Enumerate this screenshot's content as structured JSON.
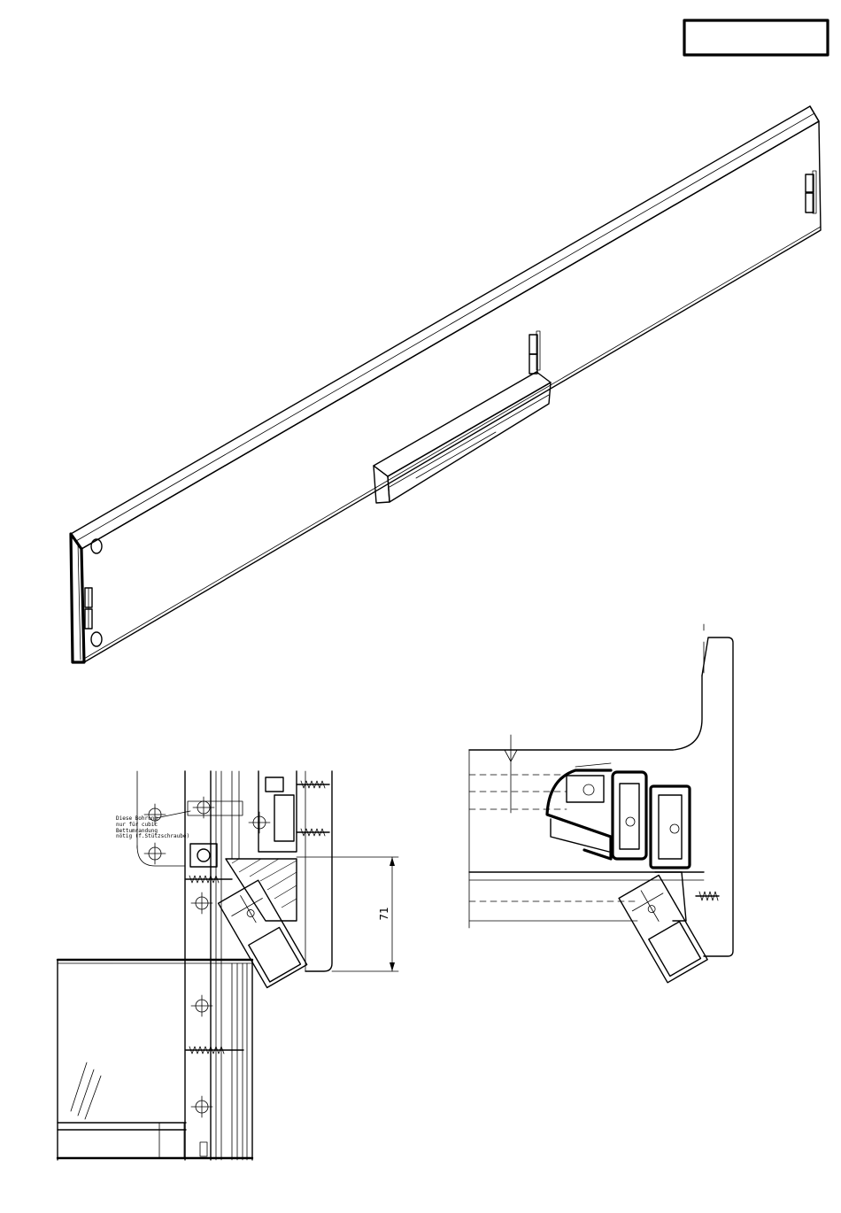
{
  "title_box": {
    "text": ""
  },
  "detail_left": {
    "note_lines": [
      "Diese Bohrung",
      "nur für cubic",
      "Bettumrandung",
      "nötig (f.Stützschraube)"
    ],
    "dimension_value": "71"
  },
  "detail_right": {}
}
